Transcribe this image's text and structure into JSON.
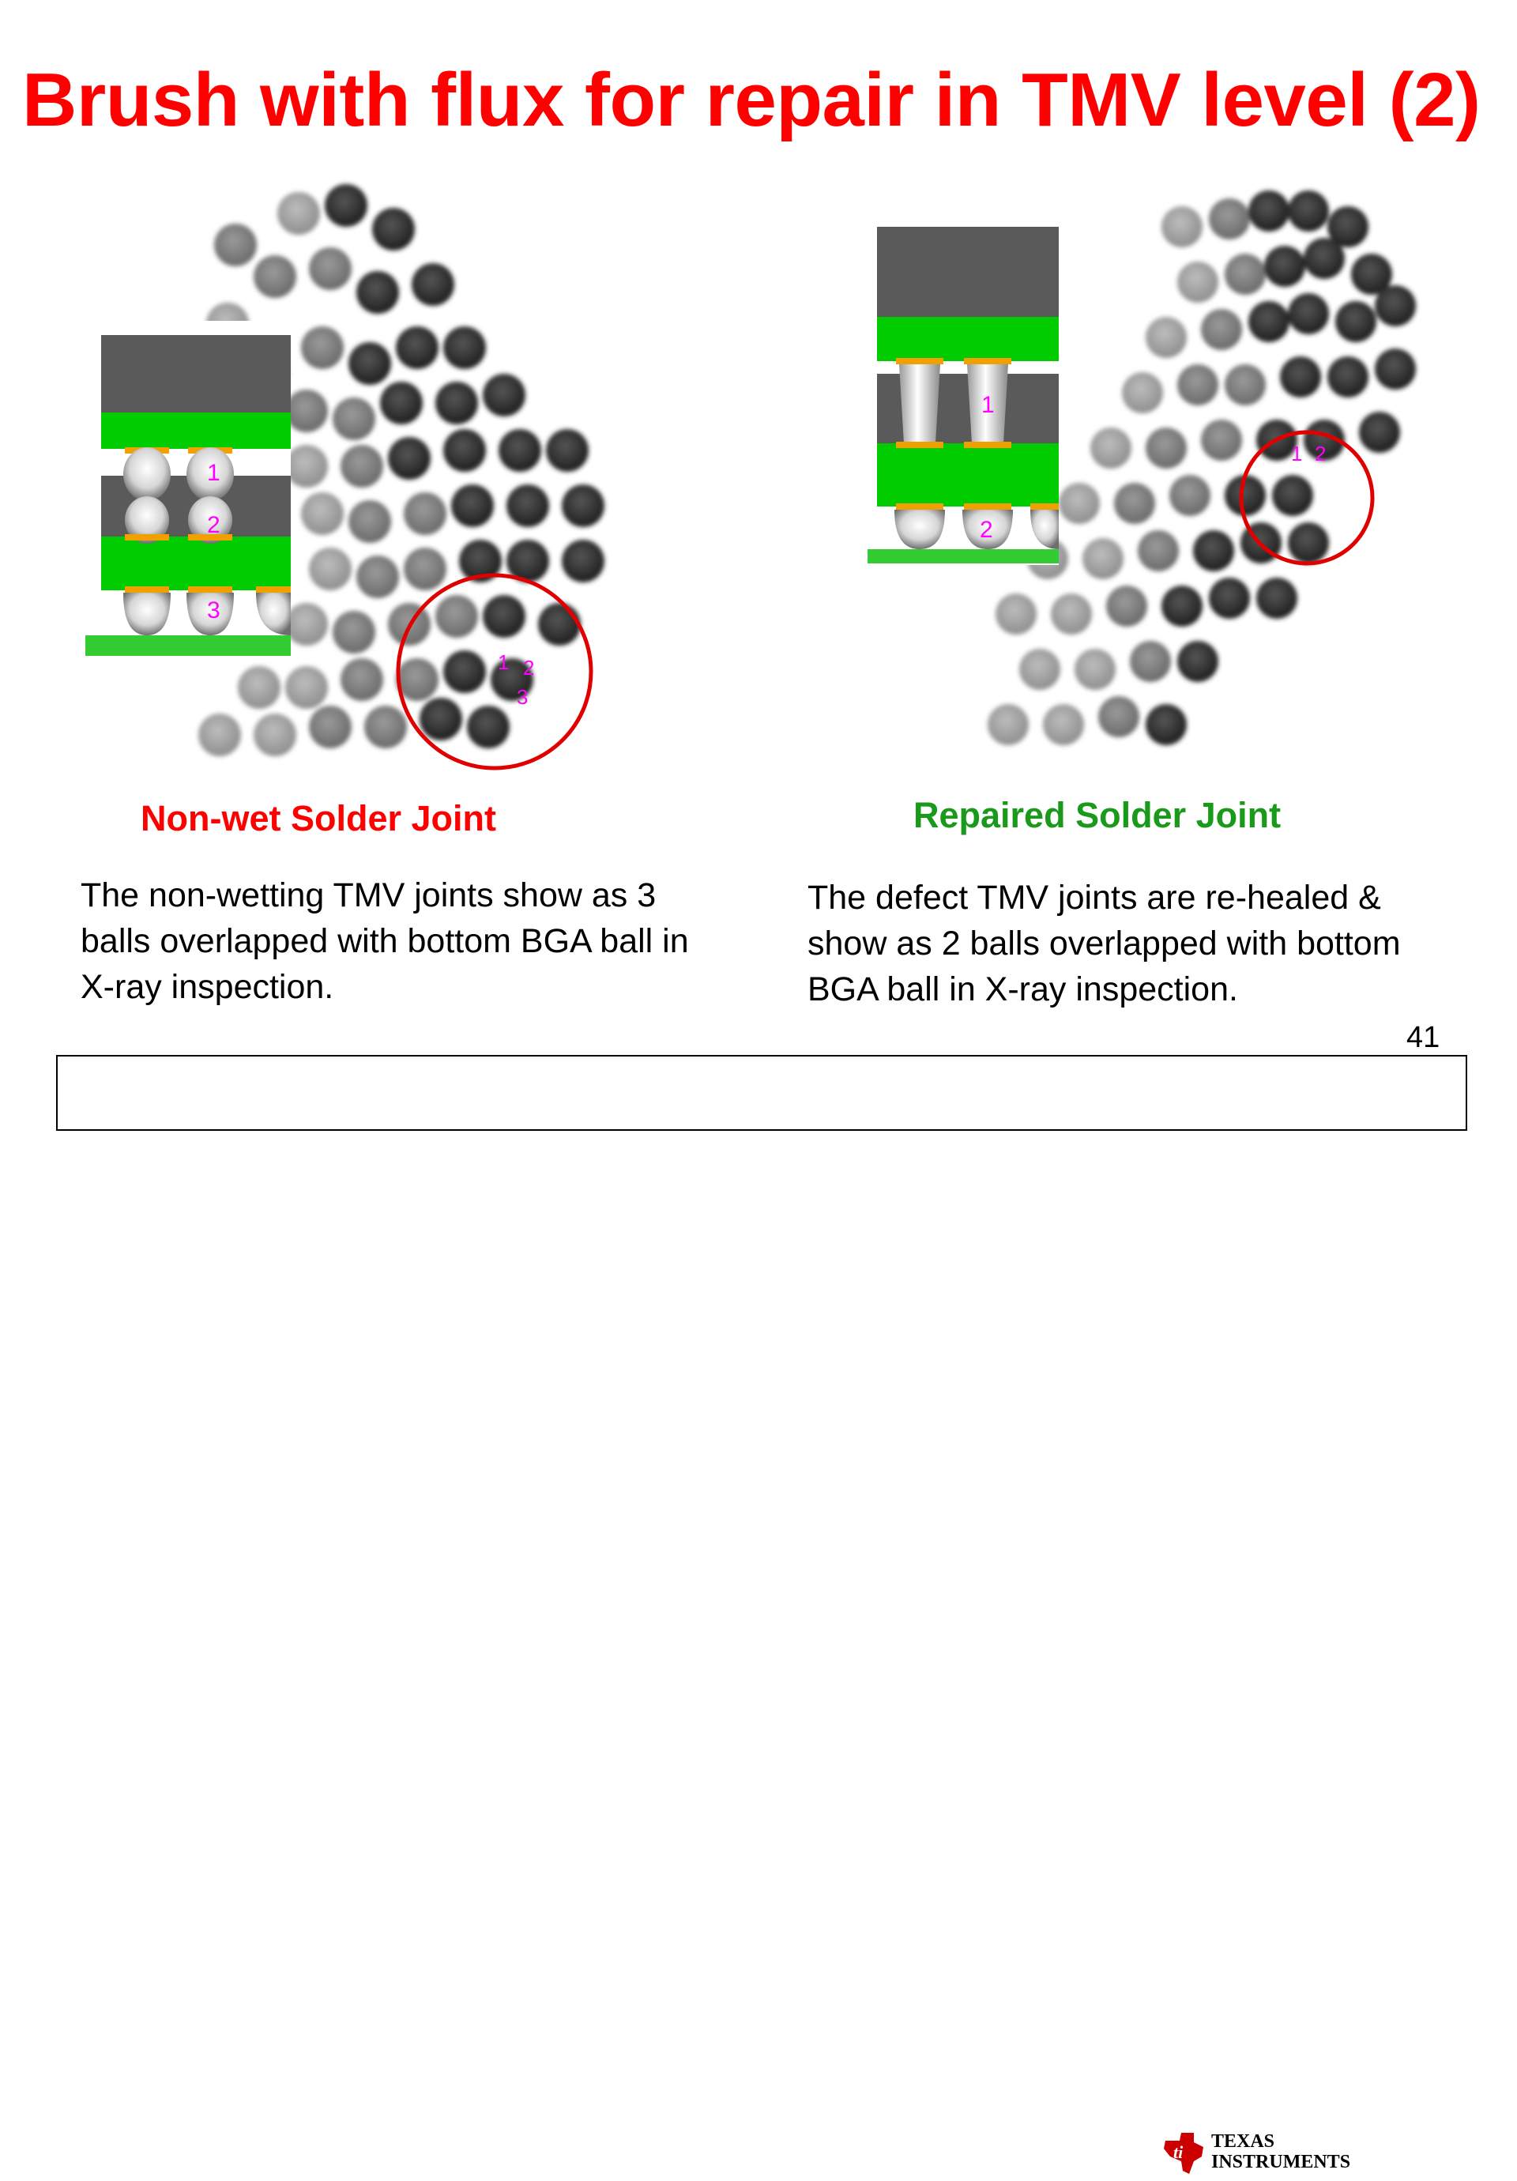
{
  "slide": {
    "title": "Brush with flux for repair in TMV level (2)",
    "page_number": "41"
  },
  "left_panel": {
    "caption": "Non-wet Solder Joint",
    "caption_color": "#ff0000",
    "description": "The non-wetting TMV joints show as 3 balls overlapped with bottom BGA ball in X-ray inspection.",
    "inset_labels": [
      "1",
      "2",
      "3"
    ],
    "xray_labels": [
      "1",
      "2",
      "3"
    ]
  },
  "right_panel": {
    "caption": "Repaired Solder Joint",
    "caption_color": "#1a9a1a",
    "description": "The defect TMV joints are re-healed & show as 2 balls overlapped with bottom BGA ball in X-ray inspection.",
    "inset_labels": [
      "1",
      "2"
    ],
    "xray_labels": [
      "1",
      "2"
    ]
  },
  "footer": {
    "logo_line1": "Texas",
    "logo_line2": "Instruments",
    "logo_icon": "texas-instruments-logo-icon"
  },
  "colors": {
    "title": "#ff0000",
    "highlight_circle": "#e00000",
    "label": "#ff00ff",
    "pcb_green": "#00cc00",
    "pad_orange": "#f0a000",
    "substrate_gray": "#5a5a5a"
  }
}
